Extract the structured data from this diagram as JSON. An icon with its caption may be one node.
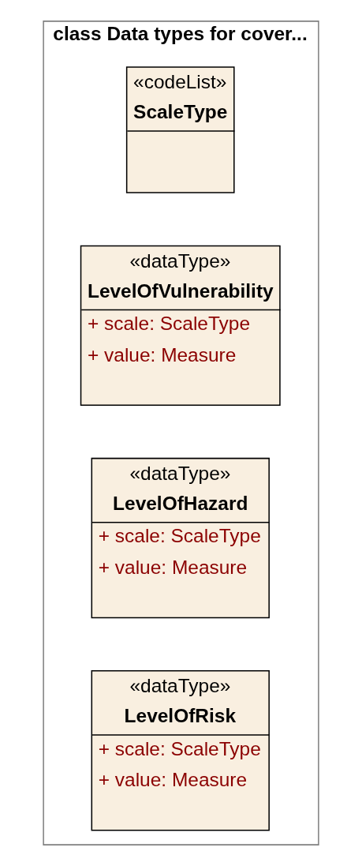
{
  "diagram": {
    "nodes": [
      {
        "text": [
          "class Data types for cover..."
        ]
      },
      {
        "text": [
          "«codeList»",
          "ScaleType"
        ],
        "in": 0
      },
      {
        "text": [
          "«dataType»",
          "LevelOfVulnerability",
          "+ scale: ScaleType",
          "+ value: Measure"
        ],
        "in": 0
      },
      {
        "text": [
          "«dataType»",
          "LevelOfHazard",
          "+ scale: ScaleType",
          "+ value: Measure"
        ],
        "in": 0
      },
      {
        "text": [
          "«dataType»",
          "LevelOfRisk",
          "+ scale: ScaleType",
          "+ value: Measure"
        ],
        "in": 0
      }
    ]
  }
}
